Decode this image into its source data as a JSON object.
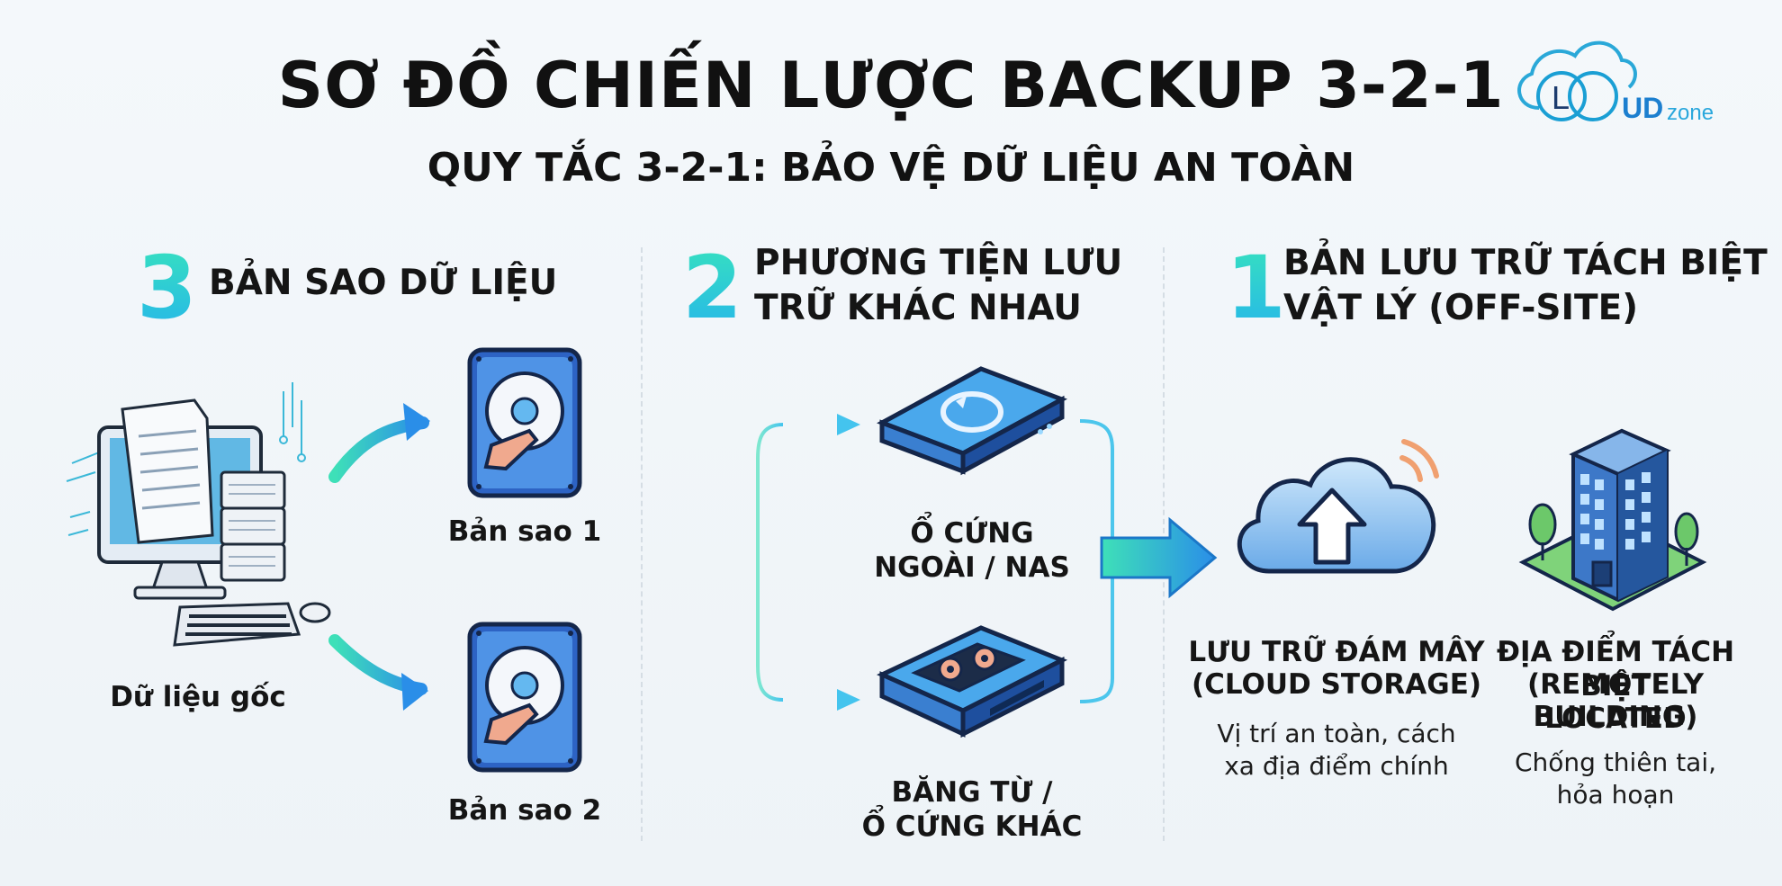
{
  "title": "SƠ ĐỒ CHIẾN LƯỢC BACKUP 3-2-1",
  "subtitle": "QUY TẮC 3-2-1: BẢO VỆ DỮ LIỆU AN TOÀN",
  "logo": {
    "part1": "L",
    "part2": "UD",
    "part3": "zone"
  },
  "columns": [
    {
      "number": "3",
      "heading_line1": "BẢN SAO DỮ LIỆU",
      "heading_line2": ""
    },
    {
      "number": "2",
      "heading_line1": "PHƯƠNG TIỆN LƯU",
      "heading_line2": "TRỮ KHÁC NHAU"
    },
    {
      "number": "1",
      "heading_line1": "BẢN LƯU TRỮ TÁCH BIỆT",
      "heading_line2": "VẬT LÝ (OFF-SITE)"
    }
  ],
  "source": {
    "label": "Dữ liệu gốc",
    "icon": "computer-with-documents-icon"
  },
  "copies": [
    {
      "label": "Bản sao 1",
      "icon": "hard-drive-icon"
    },
    {
      "label": "Bản sao 2",
      "icon": "hard-drive-icon"
    }
  ],
  "media": [
    {
      "line1": "Ổ CỨNG",
      "line2": "NGOÀI / NAS",
      "icon": "external-drive-nas-icon"
    },
    {
      "line1": "BĂNG TỪ /",
      "line2": "Ổ CỨNG KHÁC",
      "icon": "tape-drive-icon"
    }
  ],
  "offsite": [
    {
      "icon": "cloud-upload-icon",
      "title_line1": "LƯU TRỮ ĐÁM MÂY",
      "title_line2": "(CLOUD STORAGE)",
      "title_line3": "",
      "desc_line1": "Vị trí an toàn, cách",
      "desc_line2": "xa địa điểm chính"
    },
    {
      "icon": "office-building-icon",
      "title_line1": "ĐỊA ĐIỂM TÁCH BIỆT",
      "title_line2": "(REMOTELY LOCATED",
      "title_line3": "BUILDING)",
      "desc_line1": "Chống thiên tai,",
      "desc_line2": "hỏa hoạn"
    }
  ],
  "colors": {
    "accent_teal": "#36e0c0",
    "accent_blue": "#27b8e8",
    "drive_blue": "#2f64c8",
    "text": "#141414"
  }
}
